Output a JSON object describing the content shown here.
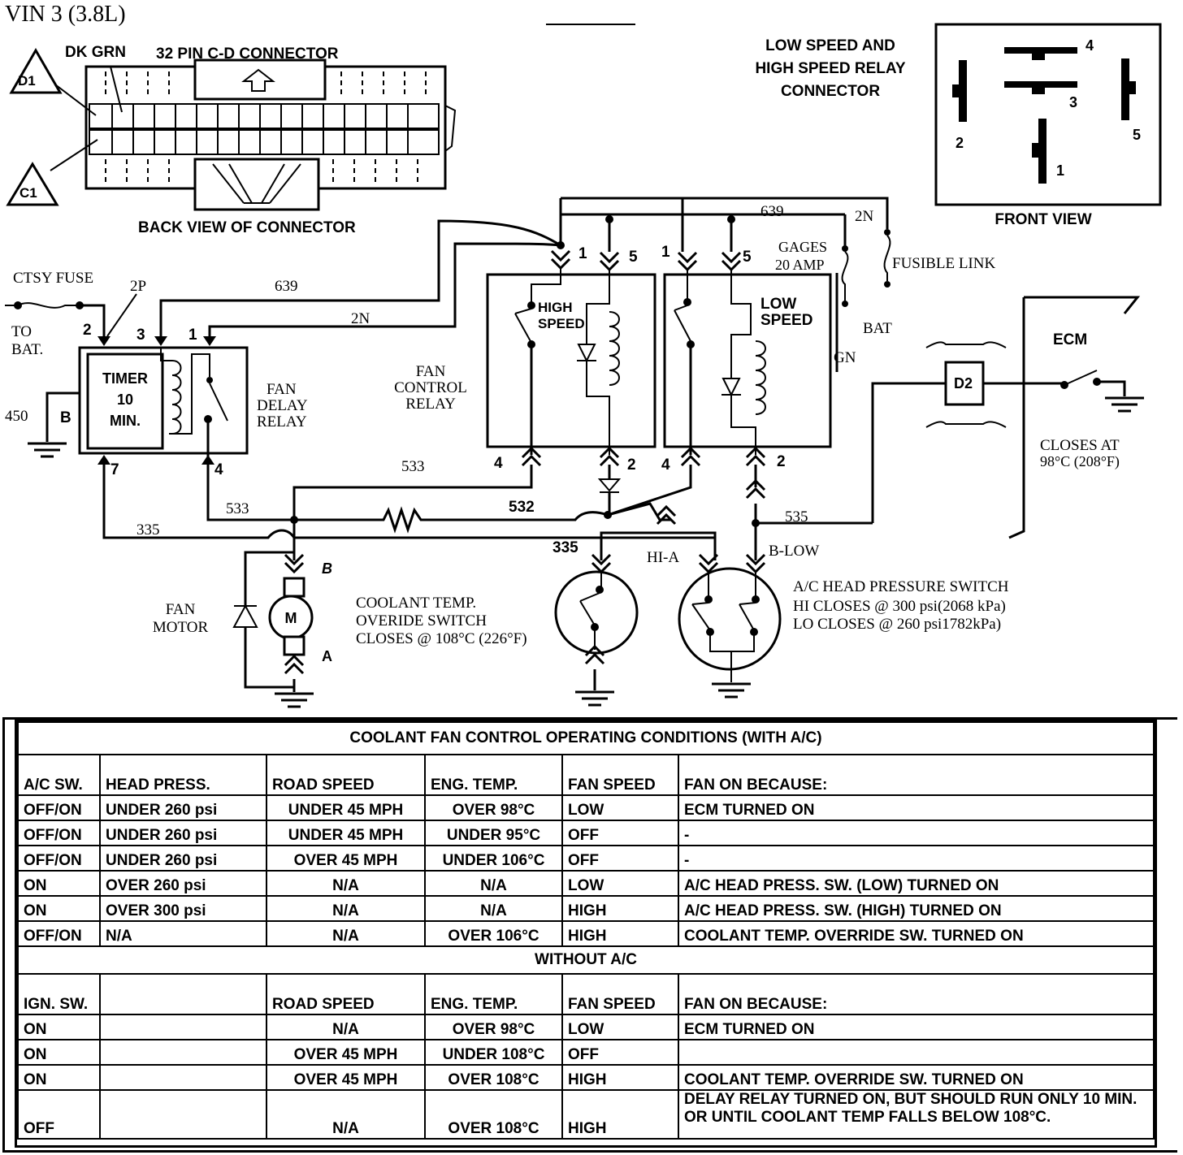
{
  "header": {
    "title": "VIN 3 (3.8L)"
  },
  "connector": {
    "wire_color": "DK GRN",
    "title": "32 PIN C-D CONNECTOR",
    "caption": "BACK VIEW OF CONNECTOR",
    "marker_top": "D1",
    "marker_bottom": "C1"
  },
  "relay_connector": {
    "title_lines": [
      "LOW SPEED AND",
      "HIGH SPEED RELAY",
      "CONNECTOR"
    ],
    "caption": "FRONT VIEW",
    "pins": [
      "4",
      "3",
      "2",
      "5",
      "1"
    ]
  },
  "labels": {
    "ctsy_fuse": "CTSY FUSE",
    "fuse_circuit": "2P",
    "to_bat_1": "TO",
    "to_bat_2": "BAT.",
    "ckt_639_top": "639",
    "ckt_2n_top": "2N",
    "ckt_639_left": "639",
    "ckt_2n_left": "2N",
    "gages_1": "GAGES",
    "gages_2": "20 AMP",
    "fusible_link": "FUSIBLE LINK",
    "bat": "BAT",
    "gn": "GN",
    "timer_1": "TIMER",
    "timer_2": "10",
    "timer_3": "MIN.",
    "fan_delay_1": "FAN",
    "fan_delay_2": "DELAY",
    "fan_delay_3": "RELAY",
    "ckt_450": "450",
    "ground_b": "B",
    "fan_control_1": "FAN",
    "fan_control_2": "CONTROL",
    "fan_control_3": "RELAY",
    "high_1": "HIGH",
    "high_2": "SPEED",
    "low_1": "LOW",
    "low_2": "SPEED",
    "ecm": "ECM",
    "d2": "D2",
    "closes_1": "CLOSES AT",
    "closes_2": "98°C (208°F)",
    "ckt_533_a": "533",
    "ckt_533_b": "533",
    "ckt_335_a": "335",
    "ckt_335_b": "335",
    "ckt_532": "532",
    "ckt_535": "535",
    "hi_a": "HI-A",
    "b_low": "B-LOW",
    "fan_motor_1": "FAN",
    "fan_motor_2": "MOTOR",
    "motor_m": "M",
    "motor_b": "B",
    "motor_a": "A",
    "coolant_1": "COOLANT TEMP.",
    "coolant_2": "OVERIDE SWITCH",
    "coolant_3": "CLOSES @ 108°C (226°F)",
    "ac_1": "A/C HEAD PRESSURE SWITCH",
    "ac_2": "HI CLOSES @ 300 psi(2068 kPa)",
    "ac_3": "LO CLOSES @ 260 psi1782kPa)",
    "pin_2": "2",
    "pin_3": "3",
    "pin_1": "1",
    "pin_7": "7",
    "pin_4": "4",
    "hs_1": "1",
    "hs_5": "5",
    "hs_4": "4",
    "hs_2": "2",
    "ls_1": "1",
    "ls_5": "5",
    "ls_4": "4",
    "ls_2": "2"
  },
  "table": {
    "title": "COOLANT FAN CONTROL OPERATING CONDITIONS (WITH A/C)",
    "headers": [
      "A/C SW.",
      "HEAD PRESS.",
      "ROAD SPEED",
      "ENG. TEMP.",
      "FAN SPEED",
      "FAN ON BECAUSE:"
    ],
    "rows": [
      [
        "OFF/ON",
        "UNDER 260 psi",
        "UNDER 45 MPH",
        "OVER 98°C",
        "LOW",
        "ECM TURNED ON"
      ],
      [
        "OFF/ON",
        "UNDER 260 psi",
        "UNDER 45 MPH",
        "UNDER 95°C",
        "OFF",
        "-"
      ],
      [
        "OFF/ON",
        "UNDER 260 psi",
        "OVER 45 MPH",
        "UNDER 106°C",
        "OFF",
        "-"
      ],
      [
        "ON",
        "OVER 260 psi",
        "N/A",
        "N/A",
        "LOW",
        "A/C HEAD PRESS. SW. (LOW) TURNED ON"
      ],
      [
        "ON",
        "OVER 300 psi",
        "N/A",
        "N/A",
        "HIGH",
        "A/C HEAD PRESS. SW. (HIGH) TURNED ON"
      ],
      [
        "OFF/ON",
        "N/A",
        "N/A",
        "OVER 106°C",
        "HIGH",
        "COOLANT TEMP. OVERRIDE SW. TURNED ON"
      ]
    ],
    "subtitle": "WITHOUT A/C",
    "headers2": [
      "IGN. SW.",
      "",
      "ROAD SPEED",
      "ENG. TEMP.",
      "FAN SPEED",
      "FAN ON BECAUSE:"
    ],
    "rows2": [
      [
        "ON",
        "",
        "N/A",
        "OVER 98°C",
        "LOW",
        "ECM TURNED ON"
      ],
      [
        "ON",
        "",
        "OVER 45 MPH",
        "UNDER 108°C",
        "OFF",
        ""
      ],
      [
        "ON",
        "",
        "OVER 45 MPH",
        "OVER 108°C",
        "HIGH",
        "COOLANT TEMP. OVERRIDE SW. TURNED ON"
      ],
      [
        "OFF",
        "",
        "N/A",
        "OVER 108°C",
        "HIGH",
        "DELAY RELAY TURNED ON, BUT SHOULD RUN ONLY 10 MIN. OR UNTIL COOLANT TEMP FALLS BELOW 108°C."
      ]
    ]
  }
}
